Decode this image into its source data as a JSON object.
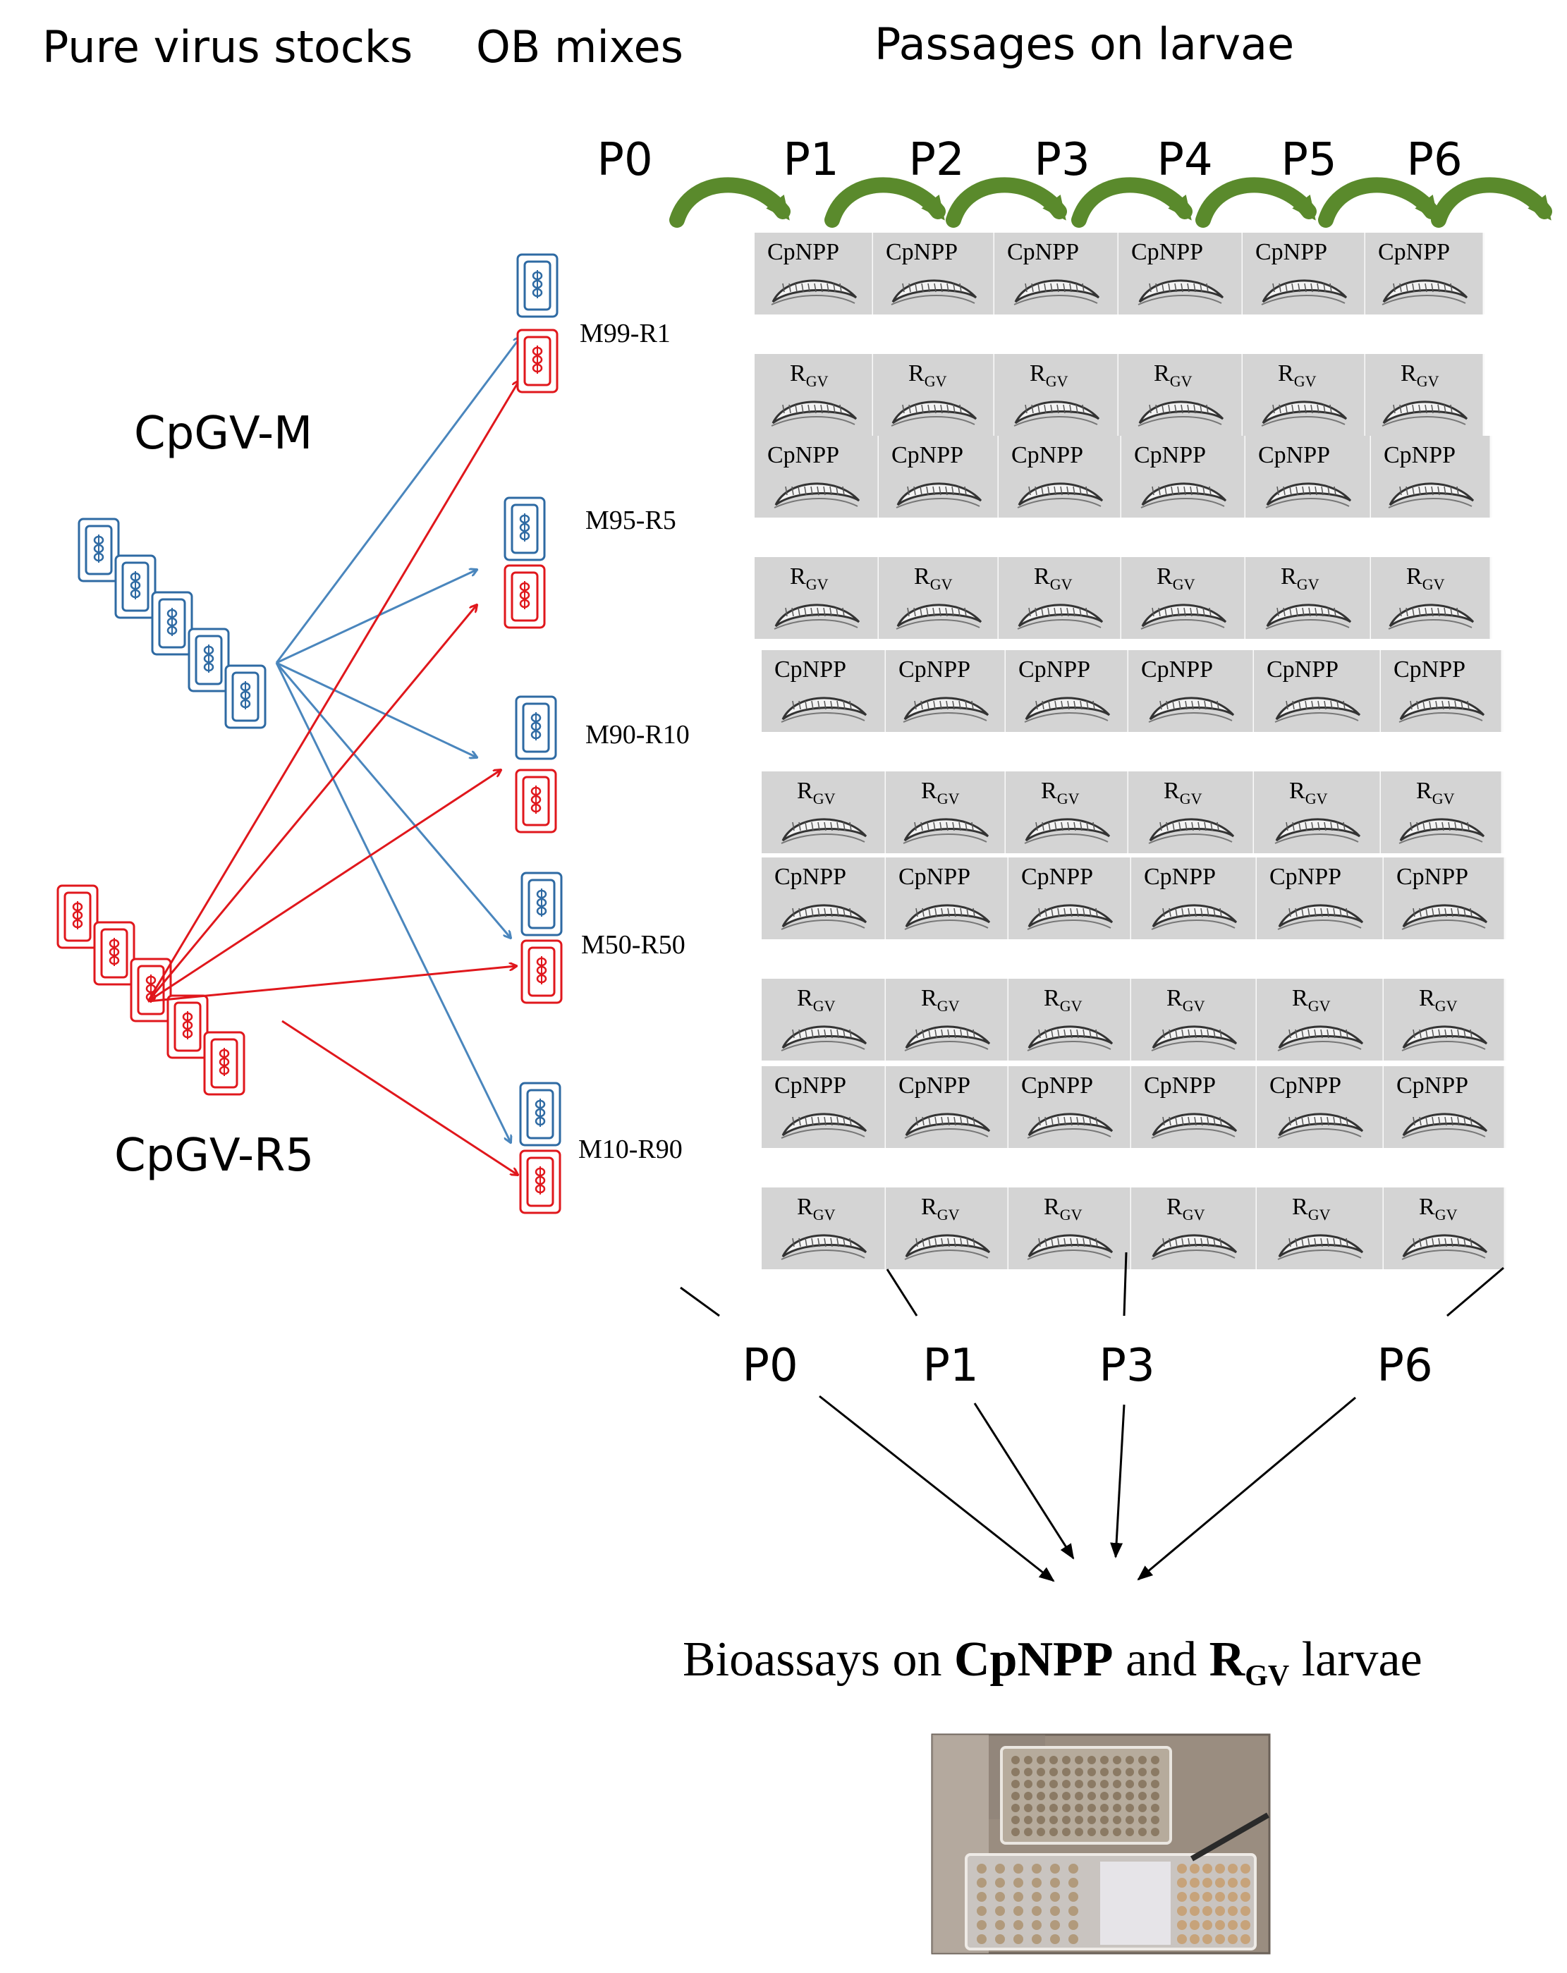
{
  "headings": {
    "stocks": "Pure virus stocks",
    "mixes": "OB mixes",
    "passages": "Passages on larvae"
  },
  "passage_labels": [
    "P0",
    "P1",
    "P2",
    "P3",
    "P4",
    "P5",
    "P6"
  ],
  "viruses": {
    "m": {
      "name": "CpGV-M",
      "color": "#2e6aa3"
    },
    "r": {
      "name": "CpGV-R5",
      "color": "#e0171c"
    }
  },
  "mixes": [
    "M99-R1",
    "M95-R5",
    "M90-R10",
    "M50-R50",
    "M10-R90"
  ],
  "larvae_rows": [
    {
      "strain": "CpNPP",
      "prefix": "CpNPP",
      "sub": ""
    },
    {
      "strain": "RGV",
      "prefix": "R",
      "sub": "GV"
    }
  ],
  "cells_per_row": 6,
  "bioassay_passages": [
    "P0",
    "P1",
    "P3",
    "P6"
  ],
  "conclusion": {
    "pre": "Bioassays on ",
    "strain1": "CpNPP",
    "mid": " and ",
    "strain2_main": "R",
    "strain2_sub": "GV",
    "post": " larvae"
  },
  "colors": {
    "cell_bg": "#d4d4d4",
    "passage_arrow": "#5a8a2c",
    "photo_bg": "#9a8d80"
  }
}
